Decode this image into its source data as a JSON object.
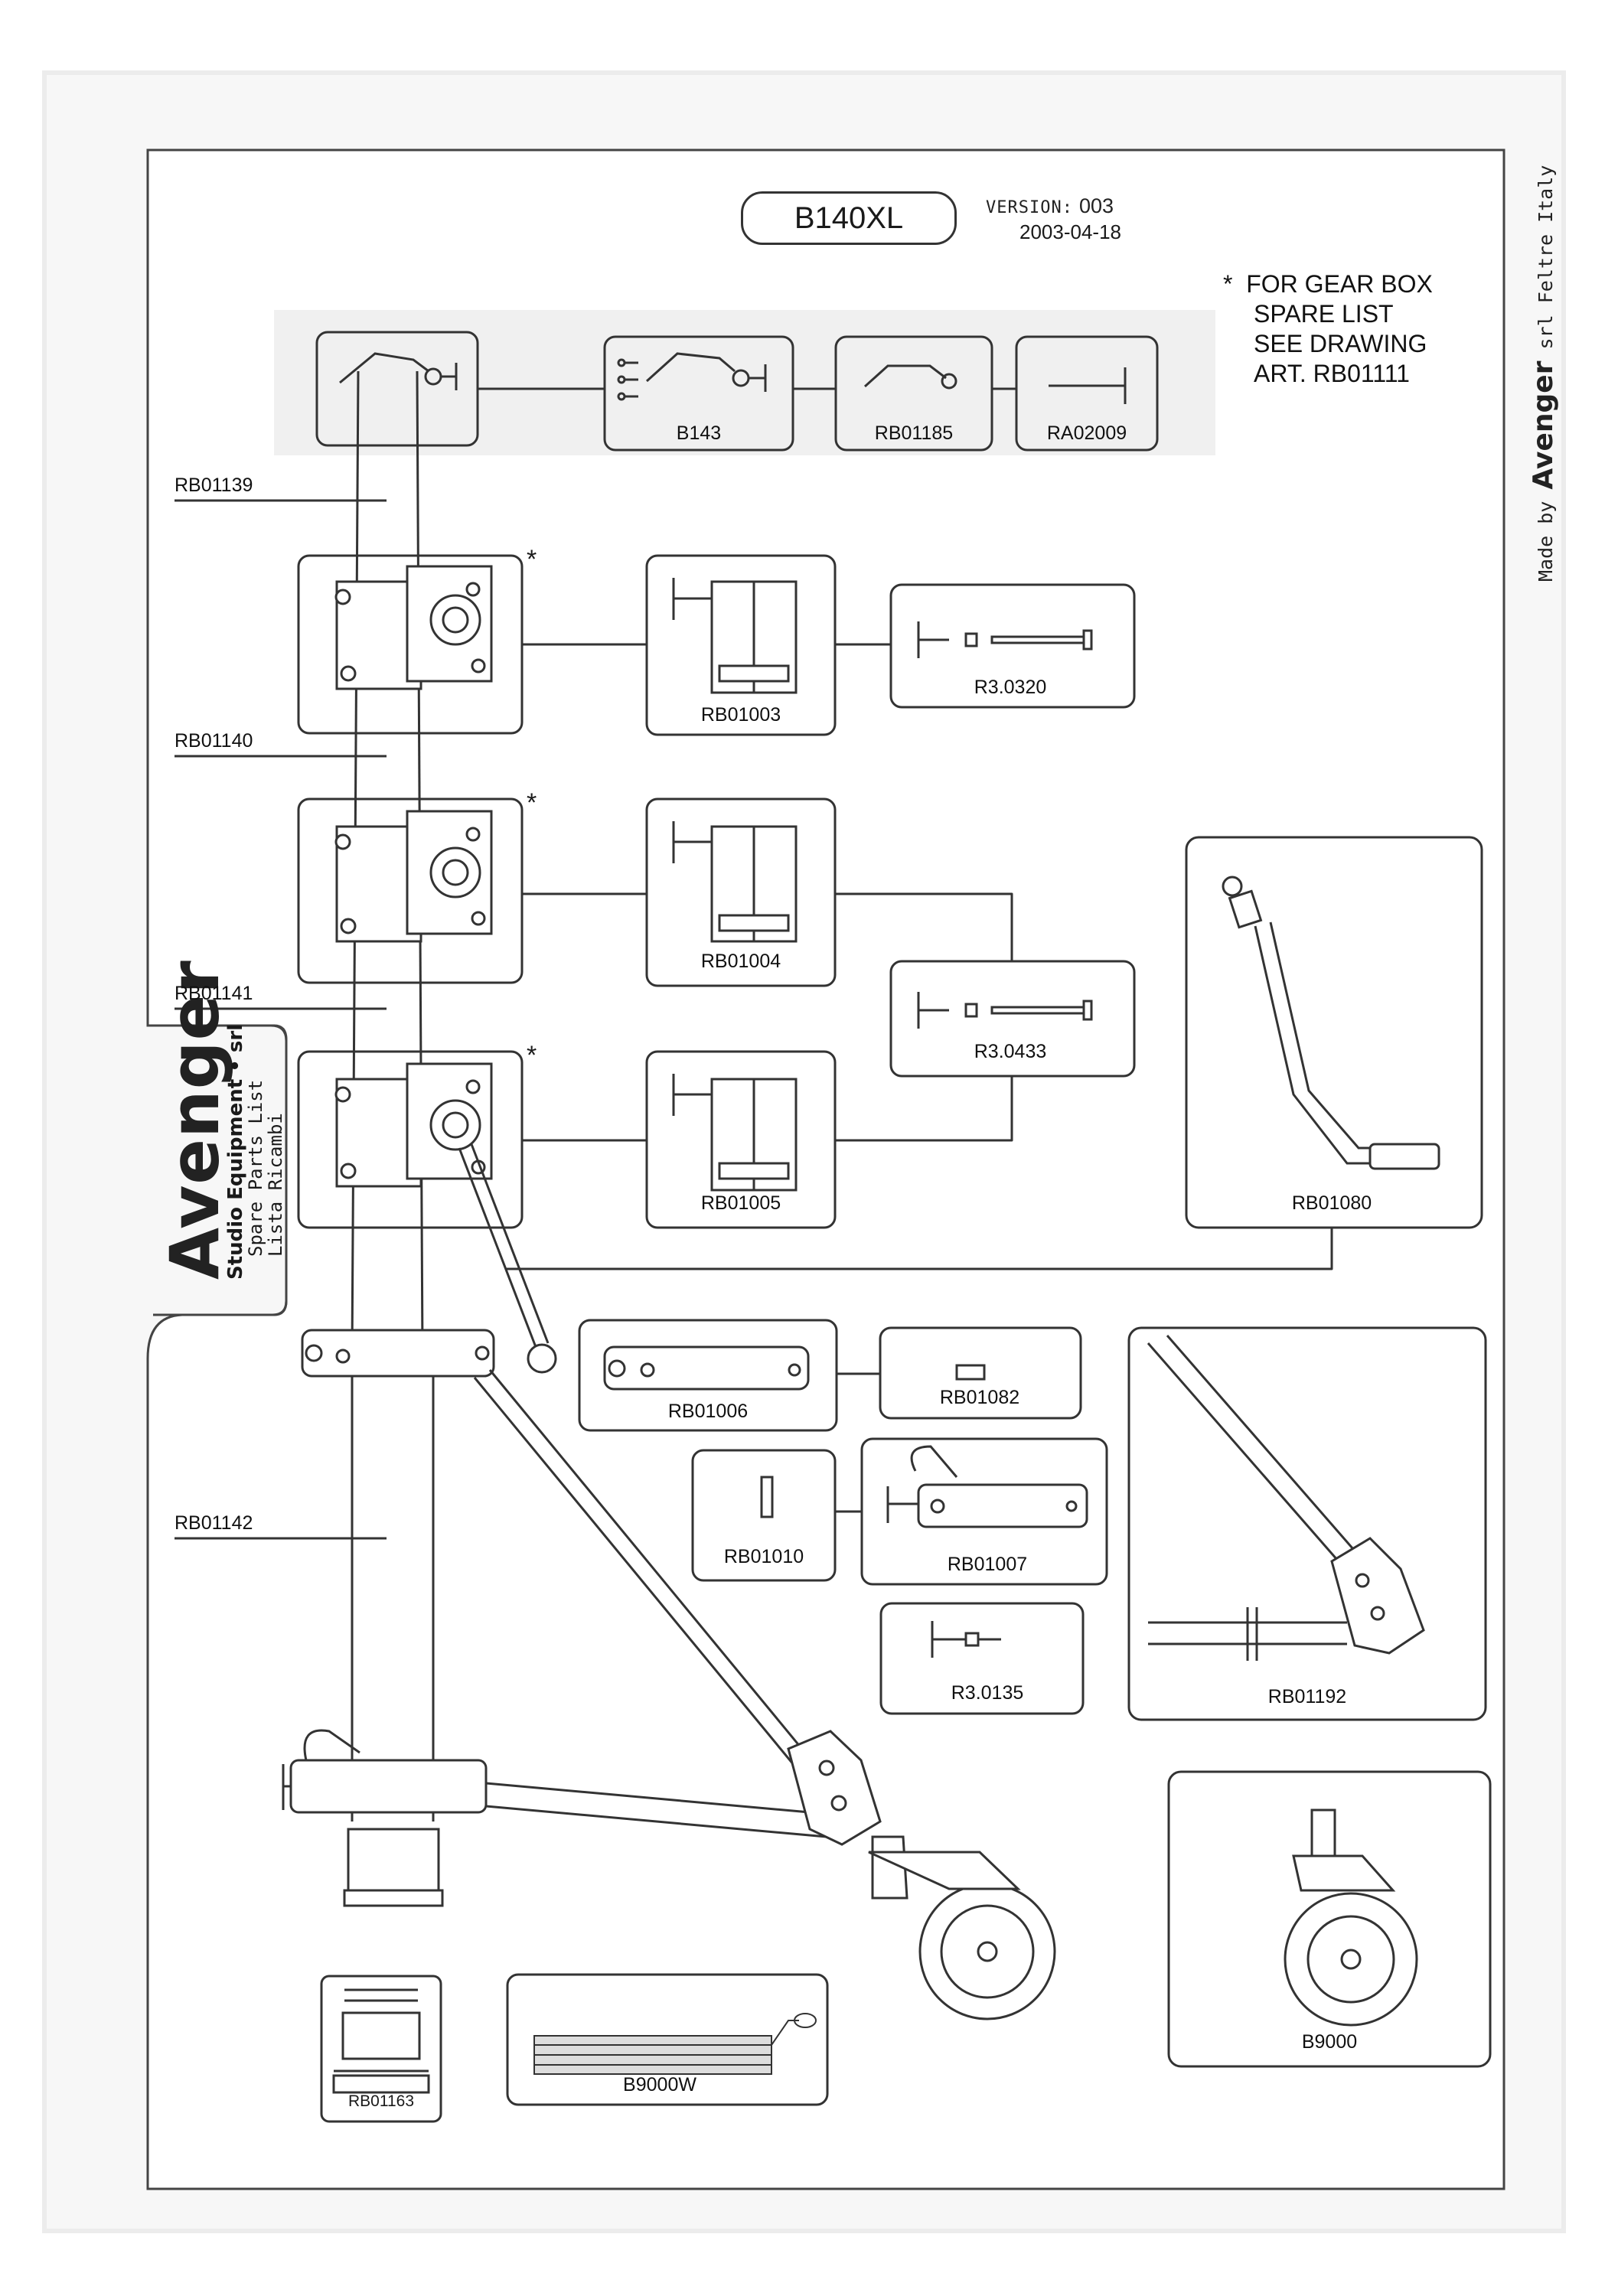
{
  "title": "B140XL",
  "version": {
    "label": "VERSION:",
    "number": "003",
    "date": "2003-04-18"
  },
  "note": {
    "asterisk": "*",
    "lines": [
      "FOR GEAR BOX",
      "SPARE LIST",
      "SEE DRAWING",
      "ART. RB01111"
    ]
  },
  "made_by": {
    "prefix": "Made by",
    "brand": "Avenger",
    "suffix": "srl  Feltre  Italy"
  },
  "brand_block": {
    "name": "Avenger",
    "line1": "Studio Equipment • srl",
    "line2": "Spare Parts List",
    "line3": "Lista Ricambi"
  },
  "section_labels": [
    "RB01139",
    "RB01140",
    "RB01141",
    "RB01142"
  ],
  "asterisks": [
    "*",
    "*",
    "*"
  ],
  "part_labels": {
    "b143": "B143",
    "rb01185": "RB01185",
    "ra02009": "RA02009",
    "rb01003": "RB01003",
    "r30320": "R3.0320",
    "rb01004": "RB01004",
    "r30433": "R3.0433",
    "rb01005": "RB01005",
    "rb01080": "RB01080",
    "rb01006": "RB01006",
    "rb01082": "RB01082",
    "rb01010": "RB01010",
    "rb01007": "RB01007",
    "r30135": "R3.0135",
    "rb01192": "RB01192",
    "b9000": "B9000",
    "rb01163": "RB01163",
    "b9000w": "B9000W"
  }
}
